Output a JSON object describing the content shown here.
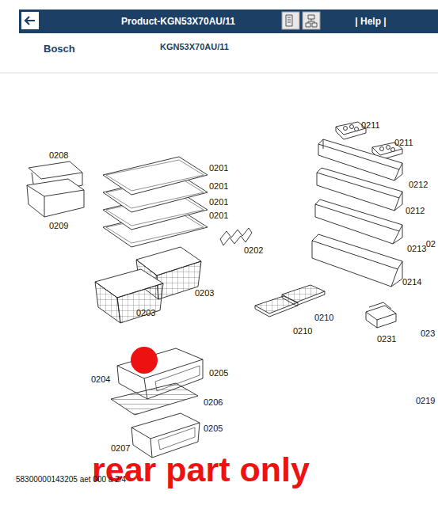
{
  "diagram": {
    "nodes": [
      {
        "text": [
          "Product-KGN53X70AU/11",
          "| Help |"
        ]
      }
    ],
    "labels": [
      "Bosch",
      "KGN53X70AU/11",
      "0208",
      "0209",
      "0201",
      "0201",
      "0201",
      "0201",
      "0202",
      "0203",
      "0203",
      "0211",
      "0211",
      "0212",
      "0212",
      "0213",
      "0214",
      "0210",
      "0210",
      "0231",
      "0204",
      "0205",
      "0206",
      "0205",
      "0207",
      "02",
      "023",
      "0219",
      "rear part only",
      "58300000143205 aet 000 a 2/4"
    ]
  }
}
